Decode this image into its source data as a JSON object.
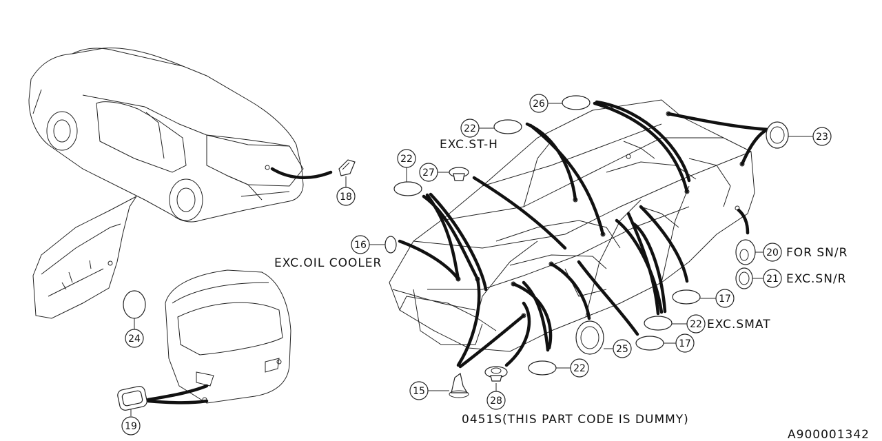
{
  "callouts": {
    "c15": "15",
    "c16": "16",
    "c17a": "17",
    "c17b": "17",
    "c18": "18",
    "c19": "19",
    "c20": "20",
    "c21": "21",
    "c22a": "22",
    "c22b": "22",
    "c22c": "22",
    "c22d": "22",
    "c23": "23",
    "c24": "24",
    "c25": "25",
    "c26": "26",
    "c27": "27",
    "c28": "28"
  },
  "notes": {
    "exc_st_h": "EXC.ST-H",
    "exc_oil_cooler": "EXC.OIL COOLER",
    "for_sn_r": "FOR SN/R",
    "exc_sn_r": "EXC.SN/R",
    "exc_smat": "EXC.SMAT",
    "dummy_code": "0451S(THIS PART CODE IS DUMMY)",
    "diagram_id": "A900001342"
  }
}
